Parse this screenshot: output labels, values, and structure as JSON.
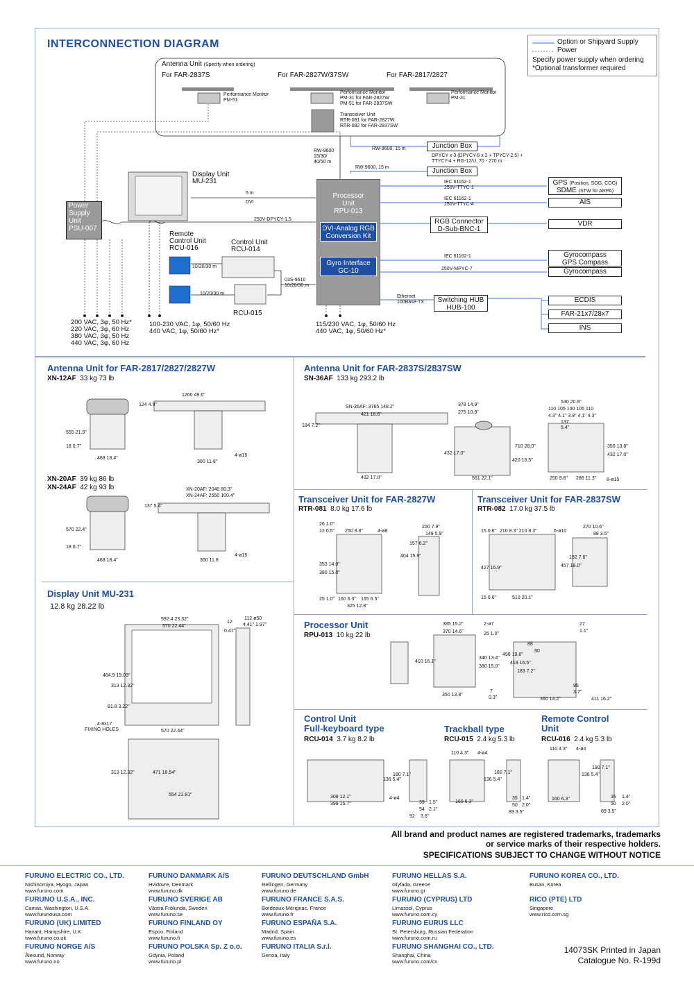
{
  "header": {
    "title": "INTERCONNECTION DIAGRAM"
  },
  "legend": {
    "option": "Option or Shipyard Supply",
    "power": "Power",
    "note1": "Specify power supply when ordering",
    "note2": "*Optional transformer required"
  },
  "diagram": {
    "antenna_unit": "Antenna Unit",
    "antenna_specify": "(Specify when ordering)",
    "for_2837s": "For FAR-2837S",
    "for_2827w": "For FAR-2827W/37SW",
    "for_2817": "For FAR-2817/2827",
    "pm1_a": "Performance Monitor",
    "pm1_b": "PM-51",
    "pm2_a": "Performance Monitor",
    "pm2_b": "PM-31 for FAR-2827W",
    "pm2_c": "PM-51 for FAR-2837SW",
    "pm3_a": "Performance Monitor",
    "pm3_b": "PM-31",
    "trx_a": "Transceiver Unit",
    "trx_b": "RTR-081 for FAR-2827W",
    "trx_c": "RTR-082 for FAR-2837SW",
    "rw9600_a": "RW-9600",
    "rw9600_b": "15/30/",
    "rw9600_c": "40/50 m",
    "rw9600_15_1": "RW-9600, 15 m",
    "rw9600_15_2": "RW-9600, 15 m",
    "jbox1": "Junction Box",
    "jbox2": "Junction Box",
    "dpycy_a": "DPYCY x 3 (DPYCY-6 x 2 + TPYCY-2.5) +",
    "dpycy_b": "TTYCY-4 + RG-12/U, 70 - 270 m",
    "display_a": "Display Unit",
    "display_b": "MU-231",
    "psu_a": "Power",
    "psu_b": "Supply",
    "psu_c": "Unit",
    "psu_d": "PSU-007",
    "five_m": "5 m",
    "dvi": "DVI",
    "dpycy15": "250V-DPYCY-1.5",
    "proc_a": "Processor",
    "proc_b": "Unit",
    "proc_c": "RPU-013",
    "dvi_kit_a": "DVI-Analog RGB",
    "dvi_kit_b": "Conversion Kit",
    "gyro_if_a": "Gyro Interface",
    "gyro_if_b": "GC-10",
    "iec1_a": "IEC 61162-1",
    "iec1_b": "250V-TTYC-1",
    "iec2_a": "IEC 61162-1",
    "iec2_b": "250V-TTYC-4",
    "gps": "GPS",
    "gps_sub": "(Position, SOG, COG)",
    "sdme": "SDME",
    "sdme_sub": "(STW for ARPA)",
    "ais": "AIS",
    "rgb_a": "RGB Connector",
    "rgb_b": "D-Sub-BNC-1",
    "vdr": "VDR",
    "iec3": "IEC 61162-1",
    "gyro1_a": "Gyrocompass",
    "gyro1_b": "GPS Compass",
    "mpyc": "250V-MPYC-7",
    "gyro2": "Gyrocompass",
    "eth_a": "Ethernet",
    "eth_b": "100Base-TX",
    "hub_a": "Switching HUB",
    "hub_b": "HUB-100",
    "ecdis": "ECDIS",
    "far": "FAR-21x7/28x7",
    "ins": "INS",
    "remote_a": "Remote",
    "remote_b": "Control Unit",
    "remote_c": "RCU-016",
    "ctrl_a": "Control Unit",
    "ctrl_b": "RCU-014",
    "rcu015": "RCU-015",
    "len1": "10/20/30 m",
    "len2": "10/20/30 m",
    "s9610_a": "03S-9610",
    "s9610_b": "10/20/30 m",
    "pw1": "200 VAC, 3φ, 50 Hz*",
    "pw2": "220 VAC, 3φ, 60 Hz",
    "pw3": "380 VAC, 3φ, 50 Hz",
    "pw4": "440 VAC, 3φ, 60 Hz",
    "pw5": "100-230 VAC, 1φ, 50/60 Hz",
    "pw6": "440 VAC, 1φ, 50/60 Hz*",
    "pw7": "115/230 VAC, 1φ, 50/60 Hz",
    "pw8": "440 VAC, 1φ, 50/60 Hz*"
  },
  "dims": {
    "ant1_title": "Antenna Unit for FAR-2817/2827/2827W",
    "xn12": "XN-12AF",
    "xn12_w": "33 kg  73 lb",
    "d1260": "1260  49.6\"",
    "d124": "124  4.9\"",
    "d555": "555  21.9\"",
    "d18a": "18  0.7\"",
    "d468a": "468  18.4\"",
    "d300a": "300  11.8\"",
    "d4015a": "4-ø15",
    "xn20": "XN-20AF",
    "xn20_w": "39 kg  86 lb",
    "xn24": "XN-24AF",
    "xn24_w": "42 kg  93 lb",
    "xn20len": "XN-20AF: 2040  80.3\"",
    "xn24len": "XN-24AF: 2550  100.4\"",
    "d137": "137  5.4\"",
    "d570a": "570  22.4\"",
    "d18b": "18  0.7\"",
    "d468b": "468  18.4\"",
    "d300b": "300  11.8",
    "d4015b": "4-ø15",
    "ant2_title": "Antenna Unit for FAR-2837S/2837SW",
    "sn36": "SN-36AF",
    "sn36_w": "133 kg  293.2 lb",
    "sn36len": "SN-36AF: 3765  148.2\"",
    "d421": "421  16.6\"",
    "d184": "184  7.2\"",
    "d432a": "432  17.0\"",
    "d378": "378  14.9\"",
    "d275": "275  10.8\"",
    "d432b": "432  17.0\"",
    "d420": "420  16.5\"",
    "d710": "710  28.0\"",
    "d561": "561  22.1\"",
    "d530": "530  20.9\"",
    "d110": "110 105 100 105 110",
    "d43": "4.3\" 4.1\" 3.9\" 4.1\" 4.3\"",
    "d137b": "137",
    "d54": "5.4\"",
    "d350": "350  13.8\"",
    "d432c": "432  17.0\"",
    "d250": "250  9.8\"",
    "d286": "286  11.3\"",
    "d815": "8-ø15",
    "trx81_title": "Transceiver Unit for FAR-2827W",
    "rtr081": "RTR-081",
    "rtr081_w": "8.0 kg  17.6 lb",
    "t26": "26  1.0\"",
    "t12": "12  0.5\"",
    "t250": "250  9.8\"",
    "t48": "4-ø8",
    "t353": "353  14.0\"",
    "t380": "380  15.0\"",
    "t25": "25  1.0\"",
    "t160": "160  6.3\"",
    "t165": "165  6.5\"",
    "t325": "325  12.8\"",
    "t404": "404  15.9\"",
    "t157": "157  6.2\"",
    "t200": "200  7.9\"",
    "t149": "149  5.9\"",
    "trx82_title": "Transceiver Unit for FAR-2837SW",
    "rtr082": "RTR-082",
    "rtr082_w": "17.0 kg  37.5 lb",
    "u15": "15  0.6\"",
    "u210": "210  8.3\"  210  8.3\"",
    "u610": "6-ø10",
    "u427": "427  16.9\"",
    "u15b": "15  0.6\"",
    "u510": "510  20.1\"",
    "u457": "457  18.0\"",
    "u192": "192  7.6\"",
    "u270": "270  10.6\"",
    "u88": "88  3.5\"",
    "disp_title": "Display Unit MU-231",
    "disp_w": "12.8 kg  28.22 lb",
    "m592": "592.4  23.32\"",
    "m570": "570  22.44\"",
    "m484": "484.9  19.09\"",
    "m313": "313  12.32\"",
    "m818": "81.8  3.22\"",
    "m417": "4-8x17",
    "mfix": "FIXING HOLES",
    "m12": "12",
    "m047": "0.47\"",
    "m112": "112  ø50",
    "m441": "4.41\"  1.97\"",
    "m570b": "570  22.44\"",
    "m313b": "313  12.32\"",
    "m471": "471  18.54\"",
    "m554": "554  21.81\"",
    "proc_title": "Processor Unit",
    "rpu013": "RPU-013",
    "rpu_w": "10 kg  22 lb",
    "p385": "385  15.2\"",
    "p370": "370  14.6\"",
    "p27": "2-ø7",
    "p25": "25  1.0\"",
    "p410": "410  16.1\"",
    "p340": "340  13.4\"",
    "p380": "380  15.0\"",
    "p350": "350  13.8\"",
    "p7": "7",
    "p03": "0.3\"",
    "p27b": "27",
    "p11": "1.1\"",
    "p498": "498  19.6\"",
    "p418": "418  16.5\"",
    "p183": "183  7.2\"",
    "p95": "95",
    "p37": "3.7\"",
    "p360": "360  14.2\"",
    "p411": "411  16.2\"",
    "p88": "88",
    "p90": "90",
    "ctrl_title_a": "Control Unit",
    "ctrl_title_b": "Full-keyboard type",
    "rcu014": "RCU-014",
    "rcu014_w": "3.7 kg  8.2 lb",
    "c136": "136  5.4\"",
    "c180": "180  7.1\"",
    "c308": "308  12.1\"",
    "c398": "398  15.7\"",
    "c44": "4-ø4",
    "c39": "39",
    "c15": "1.5\"",
    "c54": "54",
    "c21": "2.1\"",
    "c92": "92",
    "c36": "3.6\"",
    "tb_title": "Trackball type",
    "rcu015b": "RCU-015",
    "rcu015_w": "2.4 kg  5.3 lb",
    "k110": "110  4.3\"",
    "k44": "4-ø4",
    "k136": "136  5.4\"",
    "k180": "180  7.1\"",
    "k160": "160  6.3\"",
    "k35": "35",
    "k14": "1.4\"",
    "k50": "50",
    "k20": "2.0\"",
    "k89": "89  3.5\"",
    "rc_title_a": "Remote Control",
    "rc_title_b": "Unit",
    "rcu016b": "RCU-016",
    "rcu016_w": "2.4 kg  5.3 lb",
    "r110": "110  4.3\"",
    "r44": "4-ø4",
    "r136": "136  5.4\"",
    "r180": "180  7.1\"",
    "r160": "160  6.3\"",
    "r35": "35",
    "r14": "1.4\"",
    "r50": "50",
    "r20": "2.0\"",
    "r89": "89  3.5\""
  },
  "notice": {
    "line1": "All brand and product names are registered trademarks, trademarks",
    "line2": "or service marks of their respective holders.",
    "line3": "SPECIFICATIONS SUBJECT TO CHANGE WITHOUT NOTICE"
  },
  "footer": {
    "companies": [
      {
        "name": "FURUNO ELECTRIC CO., LTD.",
        "loc": "Nishinomiya, Hyogo, Japan",
        "url": "www.furuno.com"
      },
      {
        "name": "FURUNO U.S.A., INC.",
        "loc": "Camas, Washington, U.S.A.",
        "url": "www.furunousa.com"
      },
      {
        "name": "FURUNO (UK) LIMITED",
        "loc": "Havant, Hampshire, U.K.",
        "url": "www.furuno.co.uk"
      },
      {
        "name": "FURUNO NORGE A/S",
        "loc": "Ålesund, Norway",
        "url": "www.furuno.no"
      },
      {
        "name": "FURUNO DANMARK A/S",
        "loc": "Hvidovre, Denmark",
        "url": "www.furuno.dk"
      },
      {
        "name": "FURUNO SVERIGE AB",
        "loc": "Västra Frölunda, Sweden",
        "url": "www.furuno.se"
      },
      {
        "name": "FURUNO FINLAND OY",
        "loc": "Espoo, Finland",
        "url": "www.furuno.fi"
      },
      {
        "name": "FURUNO POLSKA Sp. Z o.o.",
        "loc": "Gdynia, Poland",
        "url": "www.furuno.pl"
      },
      {
        "name": "FURUNO DEUTSCHLAND GmbH",
        "loc": "Rellingen, Germany",
        "url": "www.furuno.de"
      },
      {
        "name": "FURUNO FRANCE S.A.S.",
        "loc": "Bordeaux-Mérignac, France",
        "url": "www.furuno.fr"
      },
      {
        "name": "FURUNO ESPAÑA S.A.",
        "loc": "Madrid, Spain",
        "url": "www.furuno.es"
      },
      {
        "name": "FURUNO ITALIA S.r.l.",
        "loc": "Genoa, Italy",
        "url": ""
      },
      {
        "name": "FURUNO HELLAS S.A.",
        "loc": "Glyfada, Greece",
        "url": "www.furuno.gr"
      },
      {
        "name": "FURUNO (CYPRUS) LTD",
        "loc": "Limassol, Cyprus",
        "url": "www.furuno.com.cy"
      },
      {
        "name": "FURUNO EURUS LLC",
        "loc": "St. Petersburg, Russian Federation",
        "url": "www.furuno.com.ru"
      },
      {
        "name": "FURUNO SHANGHAI CO., LTD.",
        "loc": "Shanghai, China",
        "url": "www.furuno.com/cn"
      },
      {
        "name": "FURUNO KOREA CO., LTD.",
        "loc": "Busan, Korea",
        "url": ""
      },
      {
        "name": "RICO (PTE) LTD",
        "loc": "Singapore",
        "url": "www.rico.com.sg"
      }
    ],
    "printed": "14073SK Printed in Japan",
    "catalogue": "Catalogue No.  R-199d"
  },
  "colors": {
    "brand": "#1f4ea3",
    "option_line": "#3a6fd0",
    "unit_gray": "#9a9a9a"
  }
}
